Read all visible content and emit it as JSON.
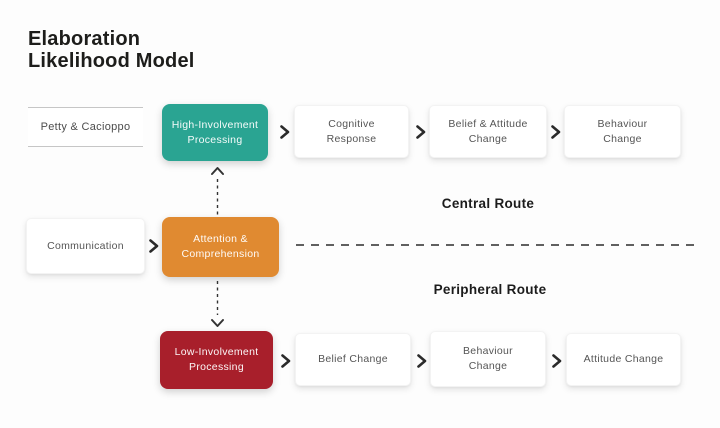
{
  "title": {
    "lines": [
      "Elaboration",
      "Likelihood Model"
    ]
  },
  "flow": {
    "authors": "Petty & Cacioppo",
    "input": "Communication",
    "high_node": {
      "line1": "High-Involvement",
      "line2": "Processing"
    },
    "attention_node": {
      "line1": "Attention &",
      "line2": "Comprehension"
    },
    "low_node": {
      "line1": "Low-Involvement",
      "line2": "Processing"
    },
    "central_steps": [
      {
        "line1": "Cognitive",
        "line2": "Response"
      },
      {
        "line1": "Belief & Attitude",
        "line2": "Change"
      },
      {
        "line1": "Behaviour",
        "line2": "Change"
      }
    ],
    "peripheral_steps": [
      {
        "label": "Belief Change"
      },
      {
        "line1": "Behaviour",
        "line2": "Change"
      },
      {
        "label": "Attitude Change"
      }
    ]
  },
  "routes": {
    "central_label": "Central Route",
    "peripheral_label": "Peripheral Route"
  },
  "colors": {
    "high_involvement": "#2aa492",
    "attention": "#e08a31",
    "low_involvement": "#a81f2b",
    "text_dark": "#1d1d1b",
    "box_text_gray": "#555555"
  }
}
